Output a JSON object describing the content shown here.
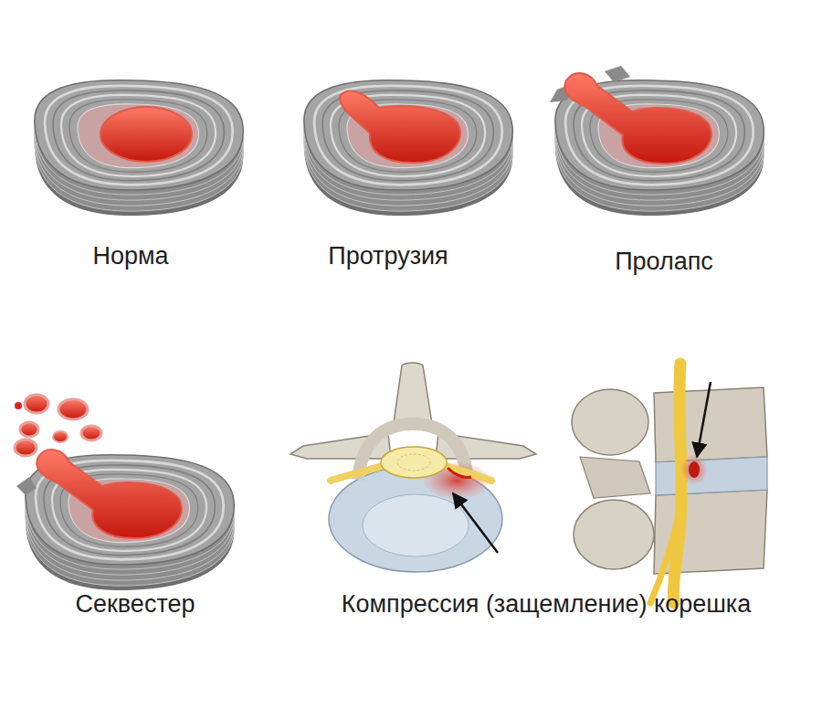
{
  "diagram": {
    "labels": [
      "Норма",
      "Протрузия",
      "Пролапс",
      "Секвестер",
      "Компрессия (защемление) корешка"
    ]
  }
}
